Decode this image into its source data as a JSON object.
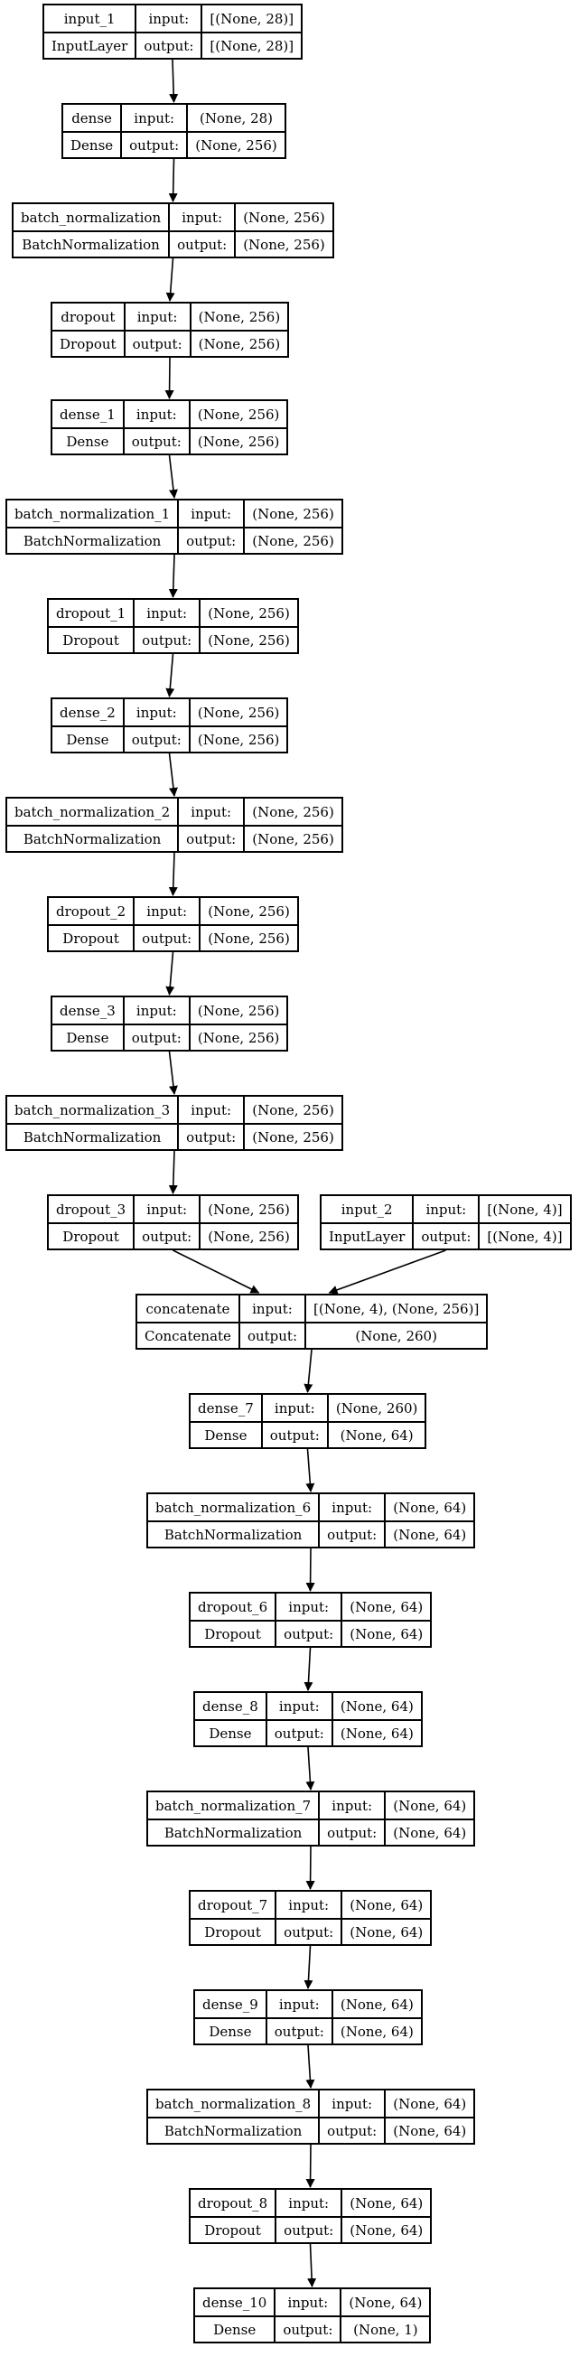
{
  "labels": {
    "input": "input:",
    "output": "output:"
  },
  "nodes": [
    {
      "name": "input_1",
      "type": "InputLayer",
      "input": "[(None, 28)]",
      "output": "[(None, 28)]"
    },
    {
      "name": "dense",
      "type": "Dense",
      "input": "(None, 28)",
      "output": "(None, 256)"
    },
    {
      "name": "batch_normalization",
      "type": "BatchNormalization",
      "input": "(None, 256)",
      "output": "(None, 256)"
    },
    {
      "name": "dropout",
      "type": "Dropout",
      "input": "(None, 256)",
      "output": "(None, 256)"
    },
    {
      "name": "dense_1",
      "type": "Dense",
      "input": "(None, 256)",
      "output": "(None, 256)"
    },
    {
      "name": "batch_normalization_1",
      "type": "BatchNormalization",
      "input": "(None, 256)",
      "output": "(None, 256)"
    },
    {
      "name": "dropout_1",
      "type": "Dropout",
      "input": "(None, 256)",
      "output": "(None, 256)"
    },
    {
      "name": "dense_2",
      "type": "Dense",
      "input": "(None, 256)",
      "output": "(None, 256)"
    },
    {
      "name": "batch_normalization_2",
      "type": "BatchNormalization",
      "input": "(None, 256)",
      "output": "(None, 256)"
    },
    {
      "name": "dropout_2",
      "type": "Dropout",
      "input": "(None, 256)",
      "output": "(None, 256)"
    },
    {
      "name": "dense_3",
      "type": "Dense",
      "input": "(None, 256)",
      "output": "(None, 256)"
    },
    {
      "name": "batch_normalization_3",
      "type": "BatchNormalization",
      "input": "(None, 256)",
      "output": "(None, 256)"
    },
    {
      "name": "dropout_3",
      "type": "Dropout",
      "input": "(None, 256)",
      "output": "(None, 256)"
    },
    {
      "name": "input_2",
      "type": "InputLayer",
      "input": "[(None, 4)]",
      "output": "[(None, 4)]"
    },
    {
      "name": "concatenate",
      "type": "Concatenate",
      "input": "[(None, 4), (None, 256)]",
      "output": "(None, 260)"
    },
    {
      "name": "dense_7",
      "type": "Dense",
      "input": "(None, 260)",
      "output": "(None, 64)"
    },
    {
      "name": "batch_normalization_6",
      "type": "BatchNormalization",
      "input": "(None, 64)",
      "output": "(None, 64)"
    },
    {
      "name": "dropout_6",
      "type": "Dropout",
      "input": "(None, 64)",
      "output": "(None, 64)"
    },
    {
      "name": "dense_8",
      "type": "Dense",
      "input": "(None, 64)",
      "output": "(None, 64)"
    },
    {
      "name": "batch_normalization_7",
      "type": "BatchNormalization",
      "input": "(None, 64)",
      "output": "(None, 64)"
    },
    {
      "name": "dropout_7",
      "type": "Dropout",
      "input": "(None, 64)",
      "output": "(None, 64)"
    },
    {
      "name": "dense_9",
      "type": "Dense",
      "input": "(None, 64)",
      "output": "(None, 64)"
    },
    {
      "name": "batch_normalization_8",
      "type": "BatchNormalization",
      "input": "(None, 64)",
      "output": "(None, 64)"
    },
    {
      "name": "dropout_8",
      "type": "Dropout",
      "input": "(None, 64)",
      "output": "(None, 64)"
    },
    {
      "name": "dense_10",
      "type": "Dense",
      "input": "(None, 64)",
      "output": "(None, 1)"
    }
  ],
  "edges": [
    [
      "input_1",
      "dense"
    ],
    [
      "dense",
      "batch_normalization"
    ],
    [
      "batch_normalization",
      "dropout"
    ],
    [
      "dropout",
      "dense_1"
    ],
    [
      "dense_1",
      "batch_normalization_1"
    ],
    [
      "batch_normalization_1",
      "dropout_1"
    ],
    [
      "dropout_1",
      "dense_2"
    ],
    [
      "dense_2",
      "batch_normalization_2"
    ],
    [
      "batch_normalization_2",
      "dropout_2"
    ],
    [
      "dropout_2",
      "dense_3"
    ],
    [
      "dense_3",
      "batch_normalization_3"
    ],
    [
      "batch_normalization_3",
      "dropout_3"
    ],
    [
      "dropout_3",
      "concatenate"
    ],
    [
      "input_2",
      "concatenate"
    ],
    [
      "concatenate",
      "dense_7"
    ],
    [
      "dense_7",
      "batch_normalization_6"
    ],
    [
      "batch_normalization_6",
      "dropout_6"
    ],
    [
      "dropout_6",
      "dense_8"
    ],
    [
      "dense_8",
      "batch_normalization_7"
    ],
    [
      "batch_normalization_7",
      "dropout_7"
    ],
    [
      "dropout_7",
      "dense_9"
    ],
    [
      "dense_9",
      "batch_normalization_8"
    ],
    [
      "batch_normalization_8",
      "dropout_8"
    ],
    [
      "dropout_8",
      "dense_10"
    ]
  ]
}
